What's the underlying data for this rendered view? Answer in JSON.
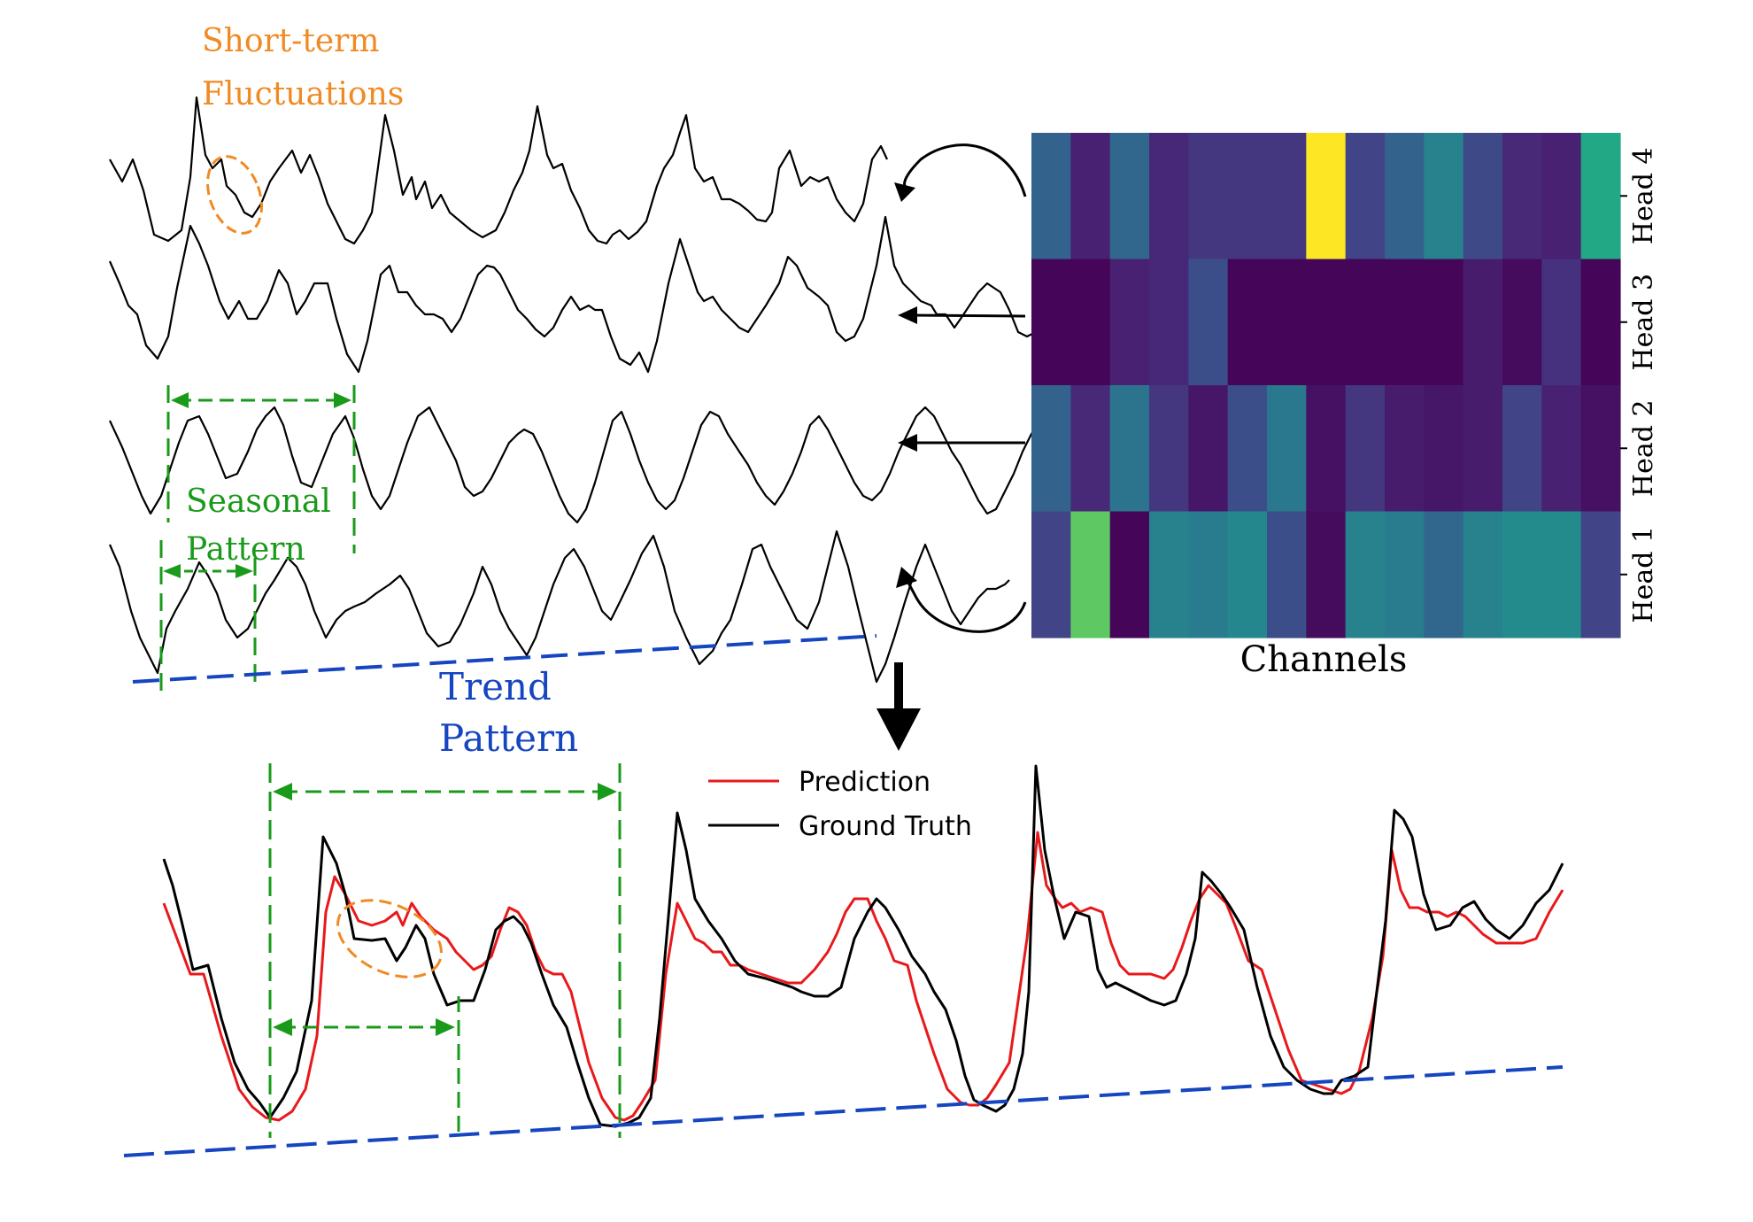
{
  "annotations": {
    "short_term_line1": "Short-term",
    "short_term_line2": "Fluctuations",
    "seasonal_line1": "Seasonal",
    "seasonal_line2": "Pattern",
    "trend_line1": "Trend",
    "trend_line2": "Pattern"
  },
  "heatmap": {
    "xlabel": "Channels",
    "heads": [
      "Head 4",
      "Head 3",
      "Head 2",
      "Head 1"
    ],
    "channel_count": 15,
    "values": [
      [
        0.4,
        0.12,
        0.42,
        0.14,
        0.2,
        0.2,
        0.2,
        1.0,
        0.25,
        0.4,
        0.55,
        0.28,
        0.15,
        0.12,
        0.75
      ],
      [
        0.02,
        0.02,
        0.12,
        0.14,
        0.3,
        0.02,
        0.02,
        0.02,
        0.02,
        0.02,
        0.02,
        0.1,
        0.04,
        0.18,
        0.02
      ],
      [
        0.4,
        0.15,
        0.48,
        0.2,
        0.08,
        0.3,
        0.5,
        0.06,
        0.2,
        0.1,
        0.08,
        0.1,
        0.25,
        0.12,
        0.06
      ],
      [
        0.25,
        0.82,
        0.02,
        0.55,
        0.52,
        0.58,
        0.3,
        0.04,
        0.55,
        0.52,
        0.42,
        0.55,
        0.6,
        0.6,
        0.25
      ]
    ]
  },
  "legend": {
    "prediction_label": "Prediction",
    "ground_truth_label": "Ground Truth",
    "prediction_color": "#e8191b",
    "ground_truth_color": "#000000"
  },
  "colors": {
    "orange": "#f08a24",
    "green": "#1a9a1a",
    "blue": "#1545c0",
    "black": "#000000"
  }
}
